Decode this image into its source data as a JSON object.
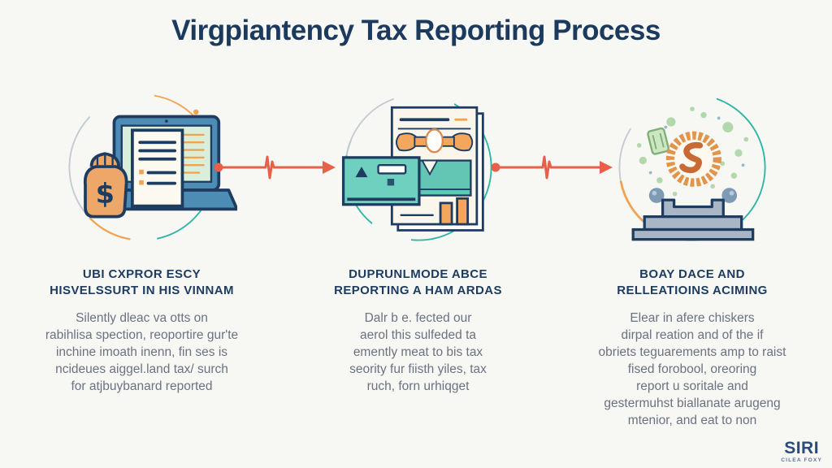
{
  "title": "Virgpiantency Tax Reporting Process",
  "steps": [
    {
      "icon": "laptop-tax-documents-icon",
      "heading_lines": [
        "UBI CXPROR ESCY",
        "HISVELSSURT IN HIS VINNAM"
      ],
      "body_lines": [
        "Silently dleac va otts on",
        "rabihlisa spection, reoportire gur'te",
        "inchine imoath inenn, fin ses is",
        "ncideues aiggel.land tax/ surch",
        "for atjbuybanard reported"
      ]
    },
    {
      "icon": "tax-report-card-icon",
      "heading_lines": [
        "DUPRUNLMODE ABCE",
        "REPORTING A HAM ARDAS"
      ],
      "body_lines": [
        "Dalr b e. fected our",
        "aerol this sulfeded ta",
        "emently meat to bis tax",
        "seority fur fiisth yiles, tax",
        "ruch, forn urhiqget"
      ]
    },
    {
      "icon": "award-podium-icon",
      "heading_lines": [
        "BOAY DACE AND",
        "RELLEATIOINS ACIMING"
      ],
      "body_lines": [
        "Elear in afere chiskers",
        "dirpal reation and of the if",
        "obriets teguarements amp to raist",
        "fised forobool, oreoring",
        "report u soritale and",
        "gestermuhst biallanate arugeng",
        "mtenior, and eat to non"
      ]
    }
  ],
  "connectors": [
    {
      "icon": "pulse-arrow-icon"
    },
    {
      "icon": "pulse-arrow-icon"
    }
  ],
  "logo": {
    "name": "SIRI",
    "tagline": "CILEA FOXY"
  },
  "colors": {
    "background": "#f7f7f4",
    "title": "#1b3a5e",
    "heading": "#1e3c60",
    "body_text": "#6b7280",
    "arrow": "#e8604a",
    "teal_accent": "#2fb5a3",
    "orange_accent": "#f0a452",
    "navy_outline": "#1e3c60"
  }
}
